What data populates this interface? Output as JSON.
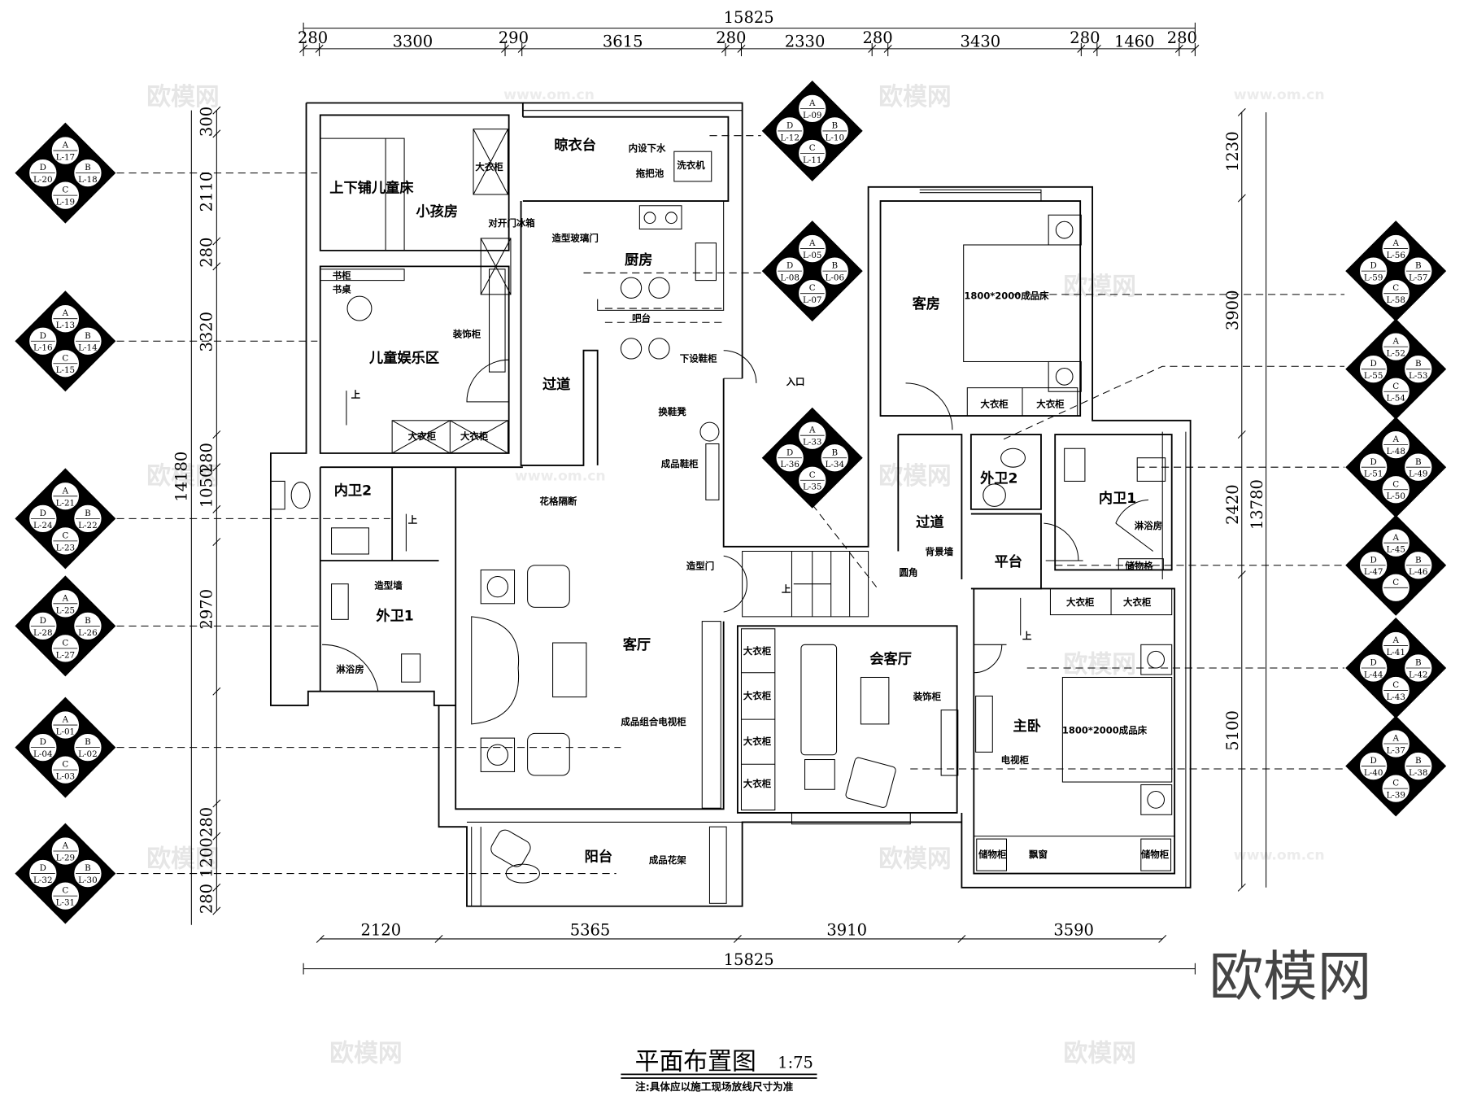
{
  "title": "平面布置图",
  "scale": "1:75",
  "note": "注:具体应以施工现场放线尺寸为准",
  "watermark": "欧模网",
  "watermark_url": "www.om.cn",
  "dimensions": {
    "top_total": "15825",
    "top": [
      "280",
      "3300",
      "290",
      "3615",
      "280",
      "2330",
      "280",
      "3430",
      "280",
      "1460",
      "280"
    ],
    "bottom": [
      "2120",
      "5365",
      "3910",
      "3590"
    ],
    "bottom_total": "15825",
    "left_total": "14180",
    "left": [
      "300",
      "2110",
      "280",
      "3320",
      "280",
      "1050",
      "2970",
      "280",
      "1200",
      "280"
    ],
    "right_total": "13780",
    "right": [
      "1230",
      "3900",
      "2420",
      "5100"
    ]
  },
  "labels": {
    "bunk_bed": "上下铺儿童床",
    "kids_room": "小孩房",
    "wardrobe": "大衣柜",
    "drying_balcony": "晾衣台",
    "drain": "内设下水",
    "washer": "洗衣机",
    "mop_sink": "拖把池",
    "fridge": "对开门冰箱",
    "glass_door": "造型玻璃门",
    "kitchen": "厨房",
    "bookcase": "书柜",
    "desk": "书桌",
    "bar": "吧台",
    "deco_cabinet": "装饰柜",
    "kids_play": "儿童娱乐区",
    "shoe_cabinet_under": "下设鞋柜",
    "corridor": "过道",
    "entrance": "入口",
    "shoe_bench": "换鞋凳",
    "shoe_cabinet": "成品鞋柜",
    "inner_bath2": "内卫2",
    "lattice_partition": "花格隔断",
    "feature_wall": "造型墙",
    "feature_door": "造型门",
    "outer_bath1": "外卫1",
    "shower": "淋浴房",
    "living_room": "客厅",
    "tv_cabinet_combo": "成品组合电视柜",
    "balcony": "阳台",
    "flower_rack": "成品花架",
    "reception": "会客厅",
    "guest_room": "客房",
    "bed": "1800*2000成品床",
    "outer_bath2": "外卫2",
    "background_wall": "背景墙",
    "rounded_corner": "圆角",
    "inner_bath1": "内卫1",
    "platform": "平台",
    "storage_shelf": "储物格",
    "master_bedroom": "主卧",
    "tv_cabinet": "电视柜",
    "storage_cabinet": "储物柜",
    "bay_window": "飘窗",
    "up": "上"
  },
  "index_symbols": [
    {
      "A": "L-17",
      "B": "L-18",
      "C": "L-19",
      "D": "L-20"
    },
    {
      "A": "L-13",
      "B": "L-14",
      "C": "L-15",
      "D": "L-16"
    },
    {
      "A": "L-21",
      "B": "L-22",
      "C": "L-23",
      "D": "L-24"
    },
    {
      "A": "L-25",
      "B": "L-26",
      "C": "L-27",
      "D": "L-28"
    },
    {
      "A": "L-01",
      "B": "L-02",
      "C": "L-03",
      "D": "L-04"
    },
    {
      "A": "L-29",
      "B": "L-30",
      "C": "L-31",
      "D": "L-32"
    },
    {
      "A": "L-09",
      "B": "L-10",
      "C": "L-11",
      "D": "L-12"
    },
    {
      "A": "L-05",
      "B": "L-06",
      "C": "L-07",
      "D": "L-08"
    },
    {
      "A": "L-33",
      "B": "L-34",
      "C": "L-35",
      "D": "L-36"
    },
    {
      "A": "L-56",
      "B": "L-57",
      "C": "L-58",
      "D": "L-59"
    },
    {
      "A": "L-52",
      "B": "L-53",
      "C": "L-54",
      "D": "L-55"
    },
    {
      "A": "L-48",
      "B": "L-49",
      "C": "L-50",
      "D": "L-51"
    },
    {
      "A": "L-45",
      "B": "L-46",
      "C": "",
      "D": "L-47"
    },
    {
      "A": "L-41",
      "B": "L-42",
      "C": "L-43",
      "D": "L-44"
    },
    {
      "A": "L-37",
      "B": "L-38",
      "C": "L-39",
      "D": "L-40"
    }
  ]
}
